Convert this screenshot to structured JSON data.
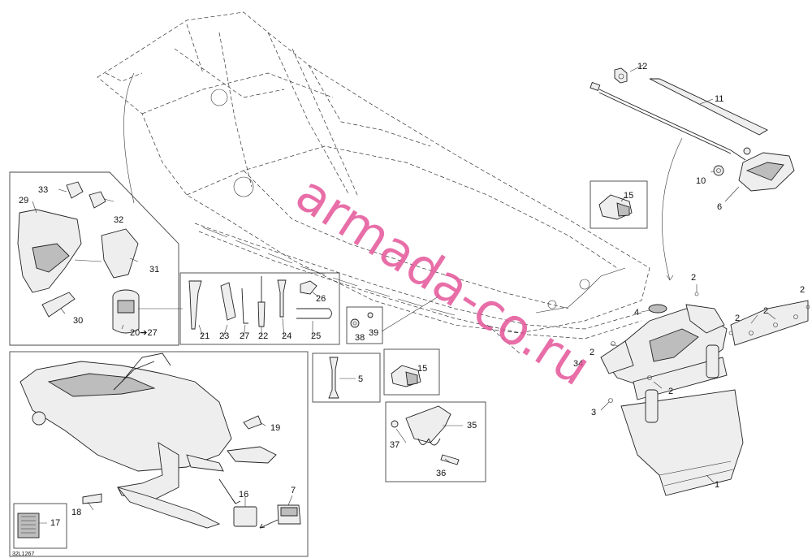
{
  "reference_code": "32L1267",
  "watermark": "armada-co.ru",
  "callouts": {
    "p1": "1",
    "p2a": "2",
    "p2b": "2",
    "p2c": "2",
    "p2d": "2",
    "p2e": "2",
    "p2f": "2",
    "p3": "3",
    "p4": "4",
    "p5": "5",
    "p6": "6",
    "p7": "7",
    "p10": "10",
    "p11": "11",
    "p12": "12",
    "p15a": "15",
    "p15b": "15",
    "p16": "16",
    "p17": "17",
    "p18": "18",
    "p19": "19",
    "p20": "20➔27",
    "p21": "21",
    "p22": "22",
    "p23": "23",
    "p24": "24",
    "p25": "25",
    "p26": "26",
    "p27": "27",
    "p29": "29",
    "p30": "30",
    "p31": "31",
    "p32": "32",
    "p33": "33",
    "p34": "34",
    "p35": "35",
    "p36": "36",
    "p37": "37",
    "p38": "38",
    "p39": "39"
  }
}
